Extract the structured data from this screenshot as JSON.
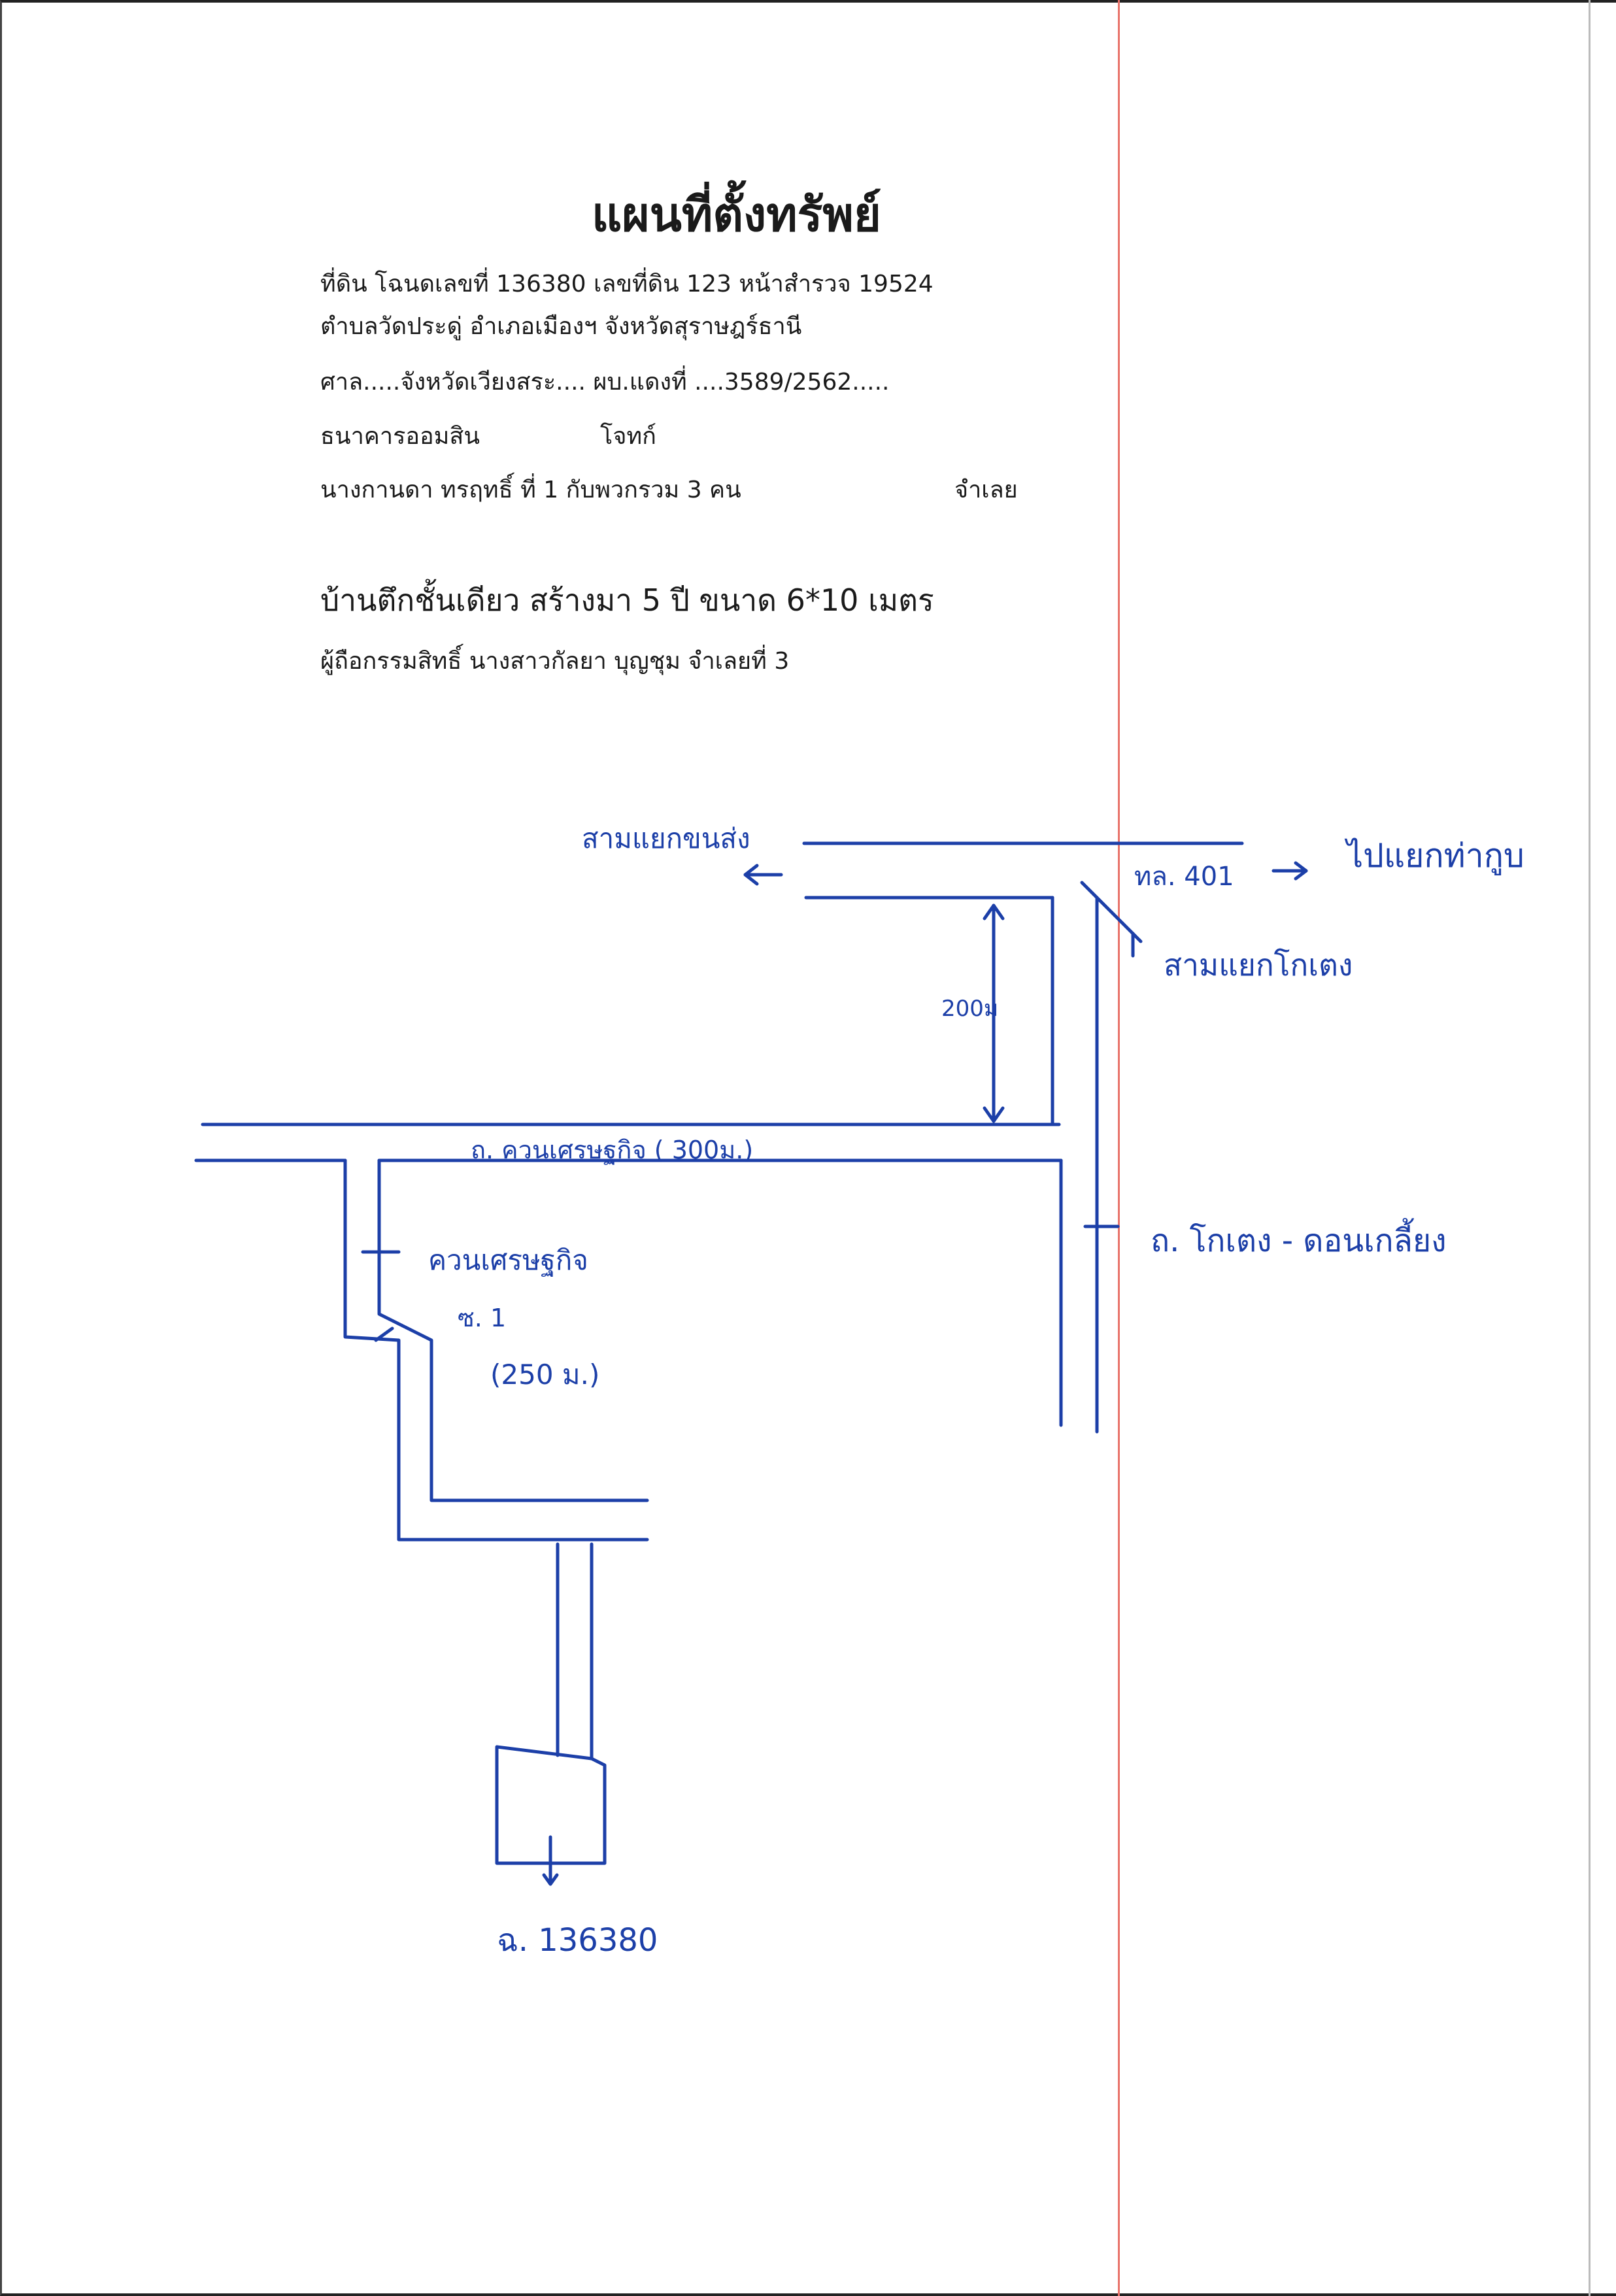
{
  "document": {
    "title": "แผนที่ตั้งทรัพย์",
    "line1": "ที่ดิน โฉนดเลขที่ 136380 เลขที่ดิน 123 หน้าสำรวจ 19524",
    "line2": "ตำบลวัดประดู่ อำเภอเมืองฯ จังหวัดสุราษฎร์ธานี",
    "line3": "ศาล.....จังหวัดเวียงสระ.... ผบ.แดงที่ ....3589/2562.....",
    "line4_left": "ธนาคารออมสิน",
    "line4_right": "โจทก์",
    "line5_left": "นางกานดา ทรฤทธิ์ ที่ 1 กับพวกรวม 3 คน",
    "line5_right": "จำเลย",
    "building": "บ้านตึกชั้นเดียว สร้างมา 5 ปี ขนาด 6*10 เมตร",
    "owner": "ผู้ถือกรรมสิทธิ์ นางสาวกัลยา บุญชุม จำเลยที่ 3"
  },
  "sketch": {
    "ink_color": "#1c3fa8",
    "label_top_left": "สามแยกขนส่ง",
    "label_highway": "ทล. 401",
    "label_top_right": "ไปแยกท่ากูบ",
    "label_junction": "สามแยกโกเตง",
    "label_distance_vertical": "200ม",
    "label_main_road": "ถ. ควนเศรษฐกิจ ( 300ม.)",
    "label_road_right": "ถ. โกเตง - ดอนเกลี้ยง",
    "label_soi_name": "ควนเศรษฐกิจ",
    "label_soi_number": "ซ. 1",
    "label_soi_distance": "(250 ม.)",
    "label_parcel": "ฉ. 136380"
  }
}
